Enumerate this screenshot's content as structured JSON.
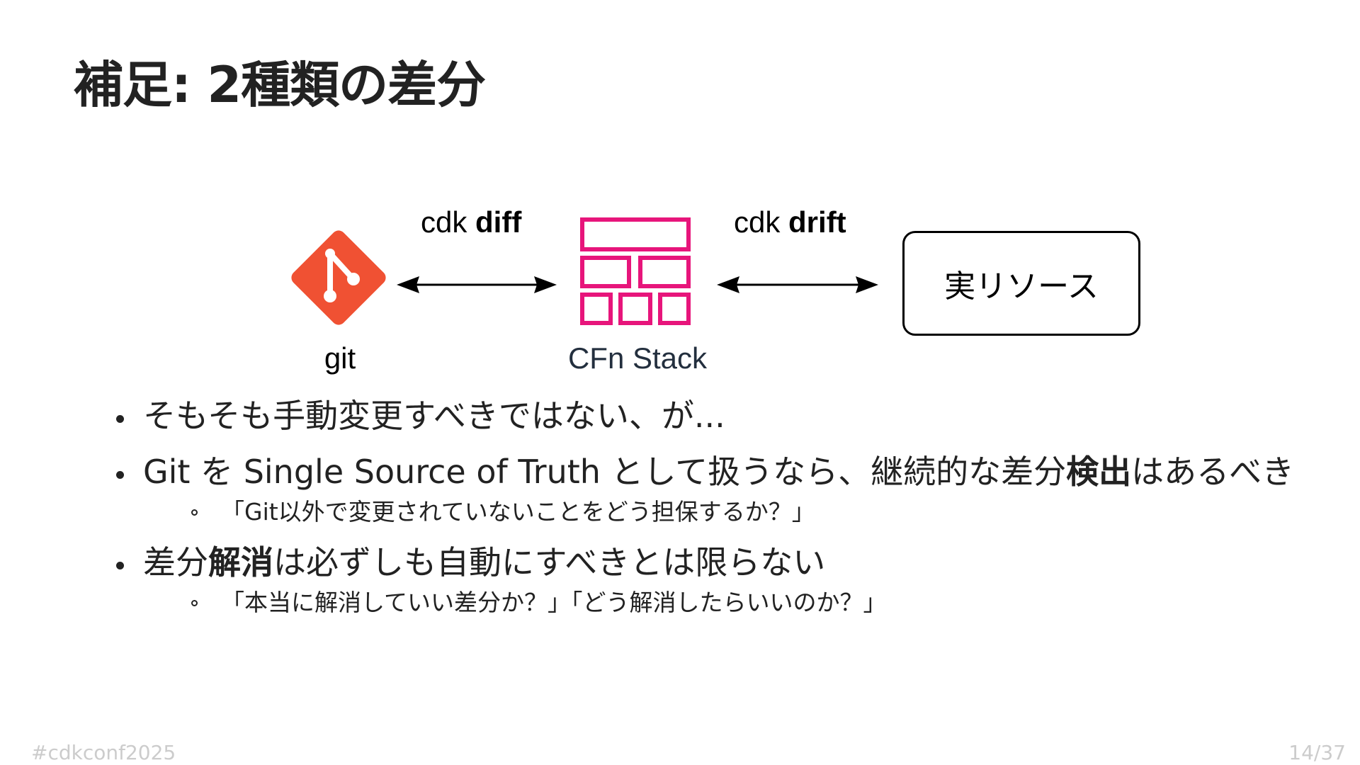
{
  "slide": {
    "title": "補足: 2種類の差分",
    "diagram": {
      "git_label": "git",
      "cfn_label": "CFn Stack",
      "diff_cmd_prefix": "cdk ",
      "diff_cmd_bold": "diff",
      "drift_cmd_prefix": "cdk ",
      "drift_cmd_bold": "drift",
      "resource_label": "実リソース",
      "git_icon": "git-logo-icon",
      "cfn_icon": "cloudformation-stack-icon",
      "colors": {
        "git": "#f05133",
        "cfn": "#e7157b",
        "cfn_label": "#232f3e"
      }
    },
    "bullets": [
      {
        "parts": [
          "そもそも手動変更すべきではない、が..."
        ],
        "subs": []
      },
      {
        "pre": "Git を Single Source of Truth として扱うなら、継続的な差分",
        "bold": "検出",
        "post": "はあるべき",
        "subs": [
          "「Git以外で変更されていないことをどう担保するか？」"
        ]
      },
      {
        "pre": "差分",
        "bold": "解消",
        "post": "は必ずしも自動にすべきとは限らない",
        "subs": [
          "「本当に解消していい差分か？」「どう解消したらいいのか？」"
        ]
      }
    ],
    "footer": {
      "hashtag": "#cdkconf2025",
      "page": "14/37"
    }
  }
}
